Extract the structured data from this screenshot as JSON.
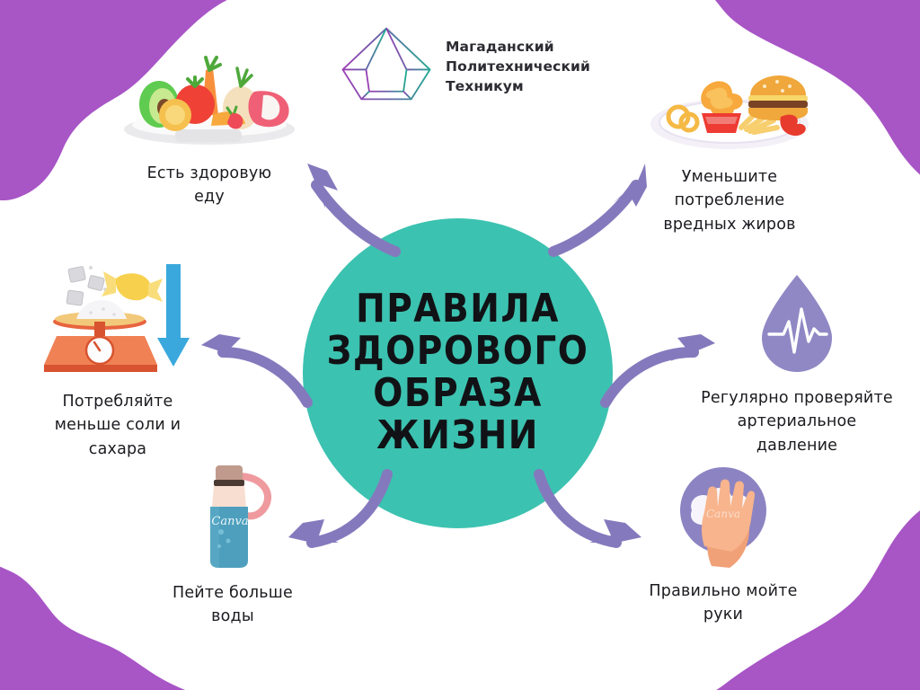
{
  "poster": {
    "background_color": "#ffffff",
    "accent_purple": "#a855c6",
    "arrow_purple": "#8579bd",
    "circle_teal": "#3cc2b0",
    "text_color": "#1b1b20"
  },
  "logo": {
    "mark_name": "gem-diamond-icon",
    "gradient_from": "#9b3fb5",
    "gradient_to": "#21ab90",
    "text": "Магаданский\nПолитехнический\nТехникум"
  },
  "center": {
    "title": "ПРАВИЛА\nЗДОРОВОГО\nОБРАЗА\nЖИЗНИ",
    "shape": "circle",
    "fill": "#3cc2b0"
  },
  "tips": [
    {
      "id": "healthy-food",
      "label": "Есть здоровую\nеду",
      "icon": "plate-of-vegetables-icon",
      "position": "top-left"
    },
    {
      "id": "reduce-fats",
      "label": "Уменьшите\nпотребление\nвредных жиров",
      "icon": "plate-of-fast-food-icon",
      "position": "top-right"
    },
    {
      "id": "less-salt",
      "label": "Потребляйте\nменьше соли и\nсахара",
      "icon": "kitchen-scale-sugar-icon",
      "position": "middle-left"
    },
    {
      "id": "blood-pressure",
      "label": "Регулярно проверяйте\nартериальное\nдавление",
      "icon": "blood-drop-pulse-icon",
      "position": "middle-right"
    },
    {
      "id": "drink-water",
      "label": "Пейте больше\nводы",
      "icon": "water-bottle-icon",
      "position": "bottom-left"
    },
    {
      "id": "wash-hands",
      "label": "Правильно мойте\nруки",
      "icon": "washing-hands-icon",
      "position": "bottom-right"
    }
  ],
  "arrows": [
    {
      "id": "arrow-top-left",
      "direction": "up-left",
      "color": "#8579bd"
    },
    {
      "id": "arrow-top-right",
      "direction": "up-right",
      "color": "#8579bd"
    },
    {
      "id": "arrow-middle-left",
      "direction": "left",
      "color": "#8579bd"
    },
    {
      "id": "arrow-middle-right",
      "direction": "right",
      "color": "#8579bd"
    },
    {
      "id": "arrow-bottom-left",
      "direction": "down-left",
      "color": "#8579bd"
    },
    {
      "id": "arrow-bottom-right",
      "direction": "down-right",
      "color": "#8579bd"
    }
  ],
  "decorations": [
    {
      "id": "blob-top-left",
      "color": "#a855c6"
    },
    {
      "id": "blob-top-right",
      "color": "#a855c6"
    },
    {
      "id": "blob-bottom-left",
      "color": "#a855c6"
    },
    {
      "id": "blob-bottom-right",
      "color": "#a855c6"
    }
  ]
}
